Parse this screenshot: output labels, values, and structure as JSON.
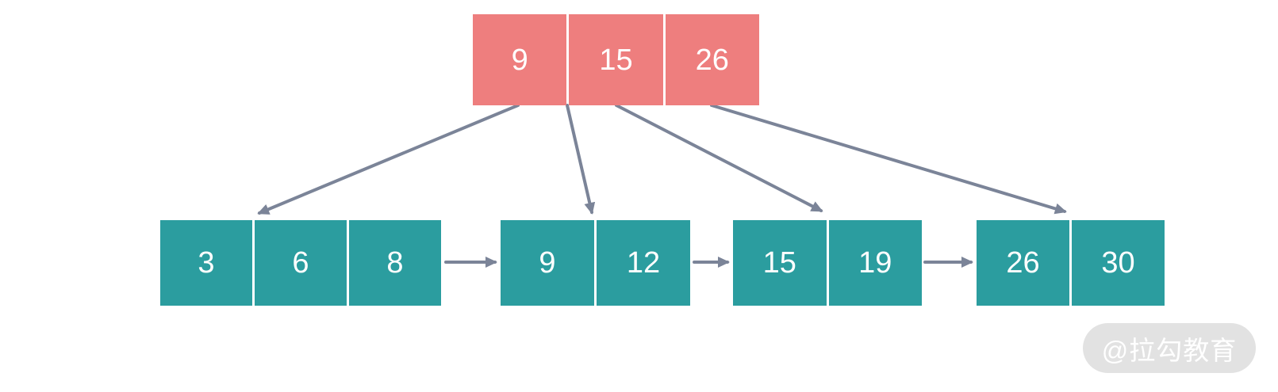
{
  "tree": {
    "type": "b-plus-tree-index",
    "root": {
      "keys": [
        "9",
        "15",
        "26"
      ]
    },
    "leaves": [
      {
        "keys": [
          "3",
          "6",
          "8"
        ]
      },
      {
        "keys": [
          "9",
          "12"
        ]
      },
      {
        "keys": [
          "15",
          "19"
        ]
      },
      {
        "keys": [
          "26",
          "30"
        ]
      }
    ],
    "edges": {
      "root_to_leaves": [
        {
          "from_root_key": "9",
          "to_leaf_index": 0
        },
        {
          "from_root_key": "9",
          "to_leaf_index": 1
        },
        {
          "from_root_key": "15",
          "to_leaf_index": 2
        },
        {
          "from_root_key": "26",
          "to_leaf_index": 3
        }
      ],
      "leaf_chain": [
        {
          "from_leaf_index": 0,
          "to_leaf_index": 1
        },
        {
          "from_leaf_index": 1,
          "to_leaf_index": 2
        },
        {
          "from_leaf_index": 2,
          "to_leaf_index": 3
        }
      ]
    }
  },
  "watermark": {
    "text": "@拉勾教育"
  },
  "colors": {
    "root_fill": "#ee7e7e",
    "leaf_fill": "#2b9d9f",
    "arrow": "#7b8498",
    "watermark_bg": "#e2e2e2",
    "watermark_text": "#ffffff",
    "key_text": "#ffffff",
    "background": "#ffffff"
  }
}
